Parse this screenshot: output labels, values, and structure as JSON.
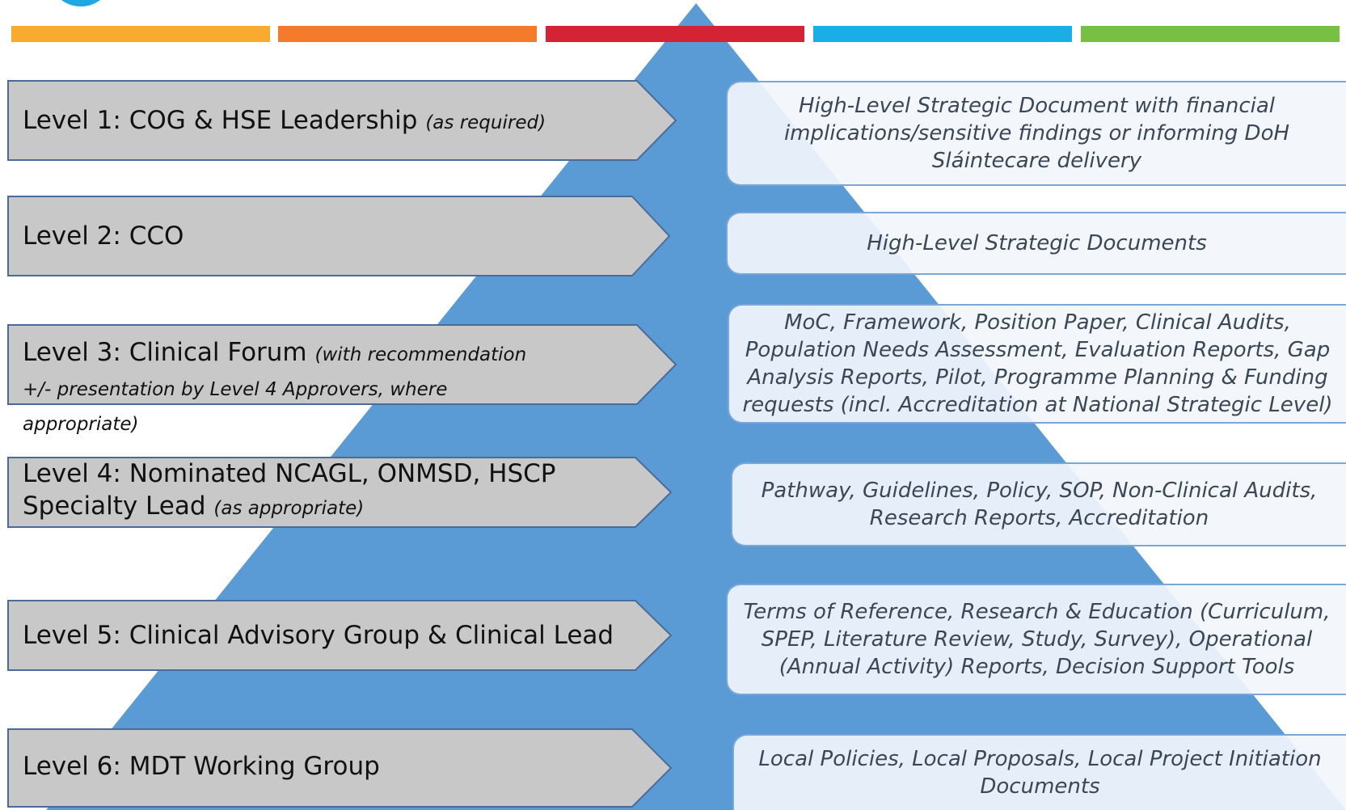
{
  "colors": {
    "stripes": [
      "#f9ab2f",
      "#f37b2b",
      "#d42335",
      "#1aaee6",
      "#78c043"
    ],
    "pyramid": "#5b9bd5",
    "arrow_fill": "#c8c8c8",
    "arrow_stroke": "#4a6c9a",
    "logo": "#1ea7e1"
  },
  "levels": [
    {
      "label": "Level 1: COG & HSE Leadership",
      "note": "(as required)",
      "description": "High-Level Strategic Document with financial implications/sensitive findings or informing DoH Sláintecare delivery"
    },
    {
      "label": "Level 2: CCO",
      "note": "",
      "description": "High-Level Strategic Documents"
    },
    {
      "label": "Level 3: Clinical Forum",
      "note": "(with recommendation +/- presentation by Level 4 Approvers, where appropriate)",
      "description": "MoC, Framework, Position Paper, Clinical Audits, Population Needs Assessment, Evaluation Reports, Gap Analysis Reports, Pilot, Programme Planning & Funding requests (incl. Accreditation at National Strategic Level)"
    },
    {
      "label": "Level 4: Nominated NCAGL, ONMSD, HSCP Specialty Lead",
      "note": "(as appropriate)",
      "description": "Pathway, Guidelines, Policy, SOP, Non-Clinical Audits, Research Reports, Accreditation"
    },
    {
      "label": "Level 5: Clinical Advisory Group & Clinical Lead",
      "note": "",
      "description": "Terms of Reference, Research & Education (Curriculum, SPEP, Literature Review, Study, Survey), Operational (Annual Activity) Reports, Decision Support Tools"
    },
    {
      "label": "Level 6: MDT Working Group",
      "note": "",
      "description": "Local Policies, Local Proposals, Local Project Initiation Documents"
    }
  ]
}
